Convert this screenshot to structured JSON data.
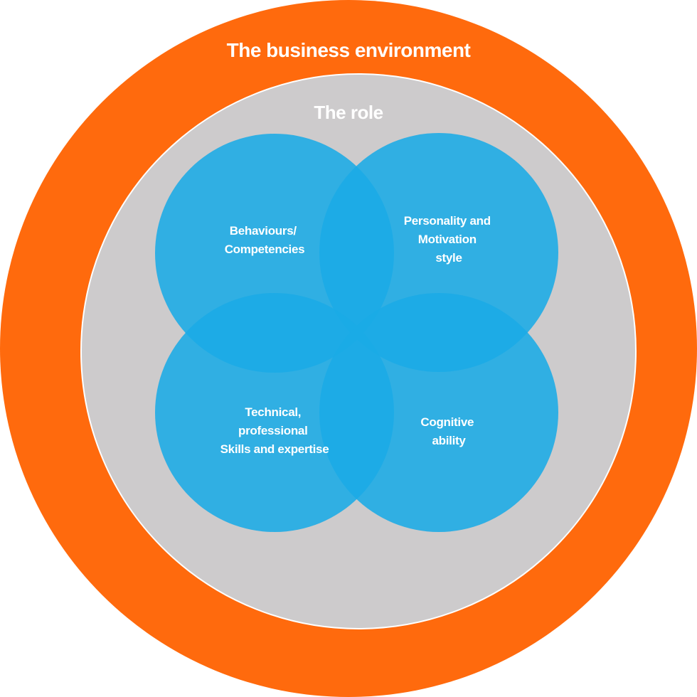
{
  "outer_ring": {
    "label": "The business environment",
    "color": "#FF6A0D"
  },
  "inner_area": {
    "label": "The role",
    "color": "#CDCBCC"
  },
  "overlap_color": "#1AABE6",
  "circles": [
    {
      "id": "behaviours",
      "lines": [
        "Behaviours/",
        "Competencies"
      ]
    },
    {
      "id": "personality",
      "lines": [
        "Personality and",
        "Motivation",
        "style"
      ]
    },
    {
      "id": "technical",
      "lines": [
        "Technical,",
        "professional",
        "Skills and expertise"
      ]
    },
    {
      "id": "cognitive",
      "lines": [
        "Cognitive",
        "ability"
      ]
    }
  ]
}
